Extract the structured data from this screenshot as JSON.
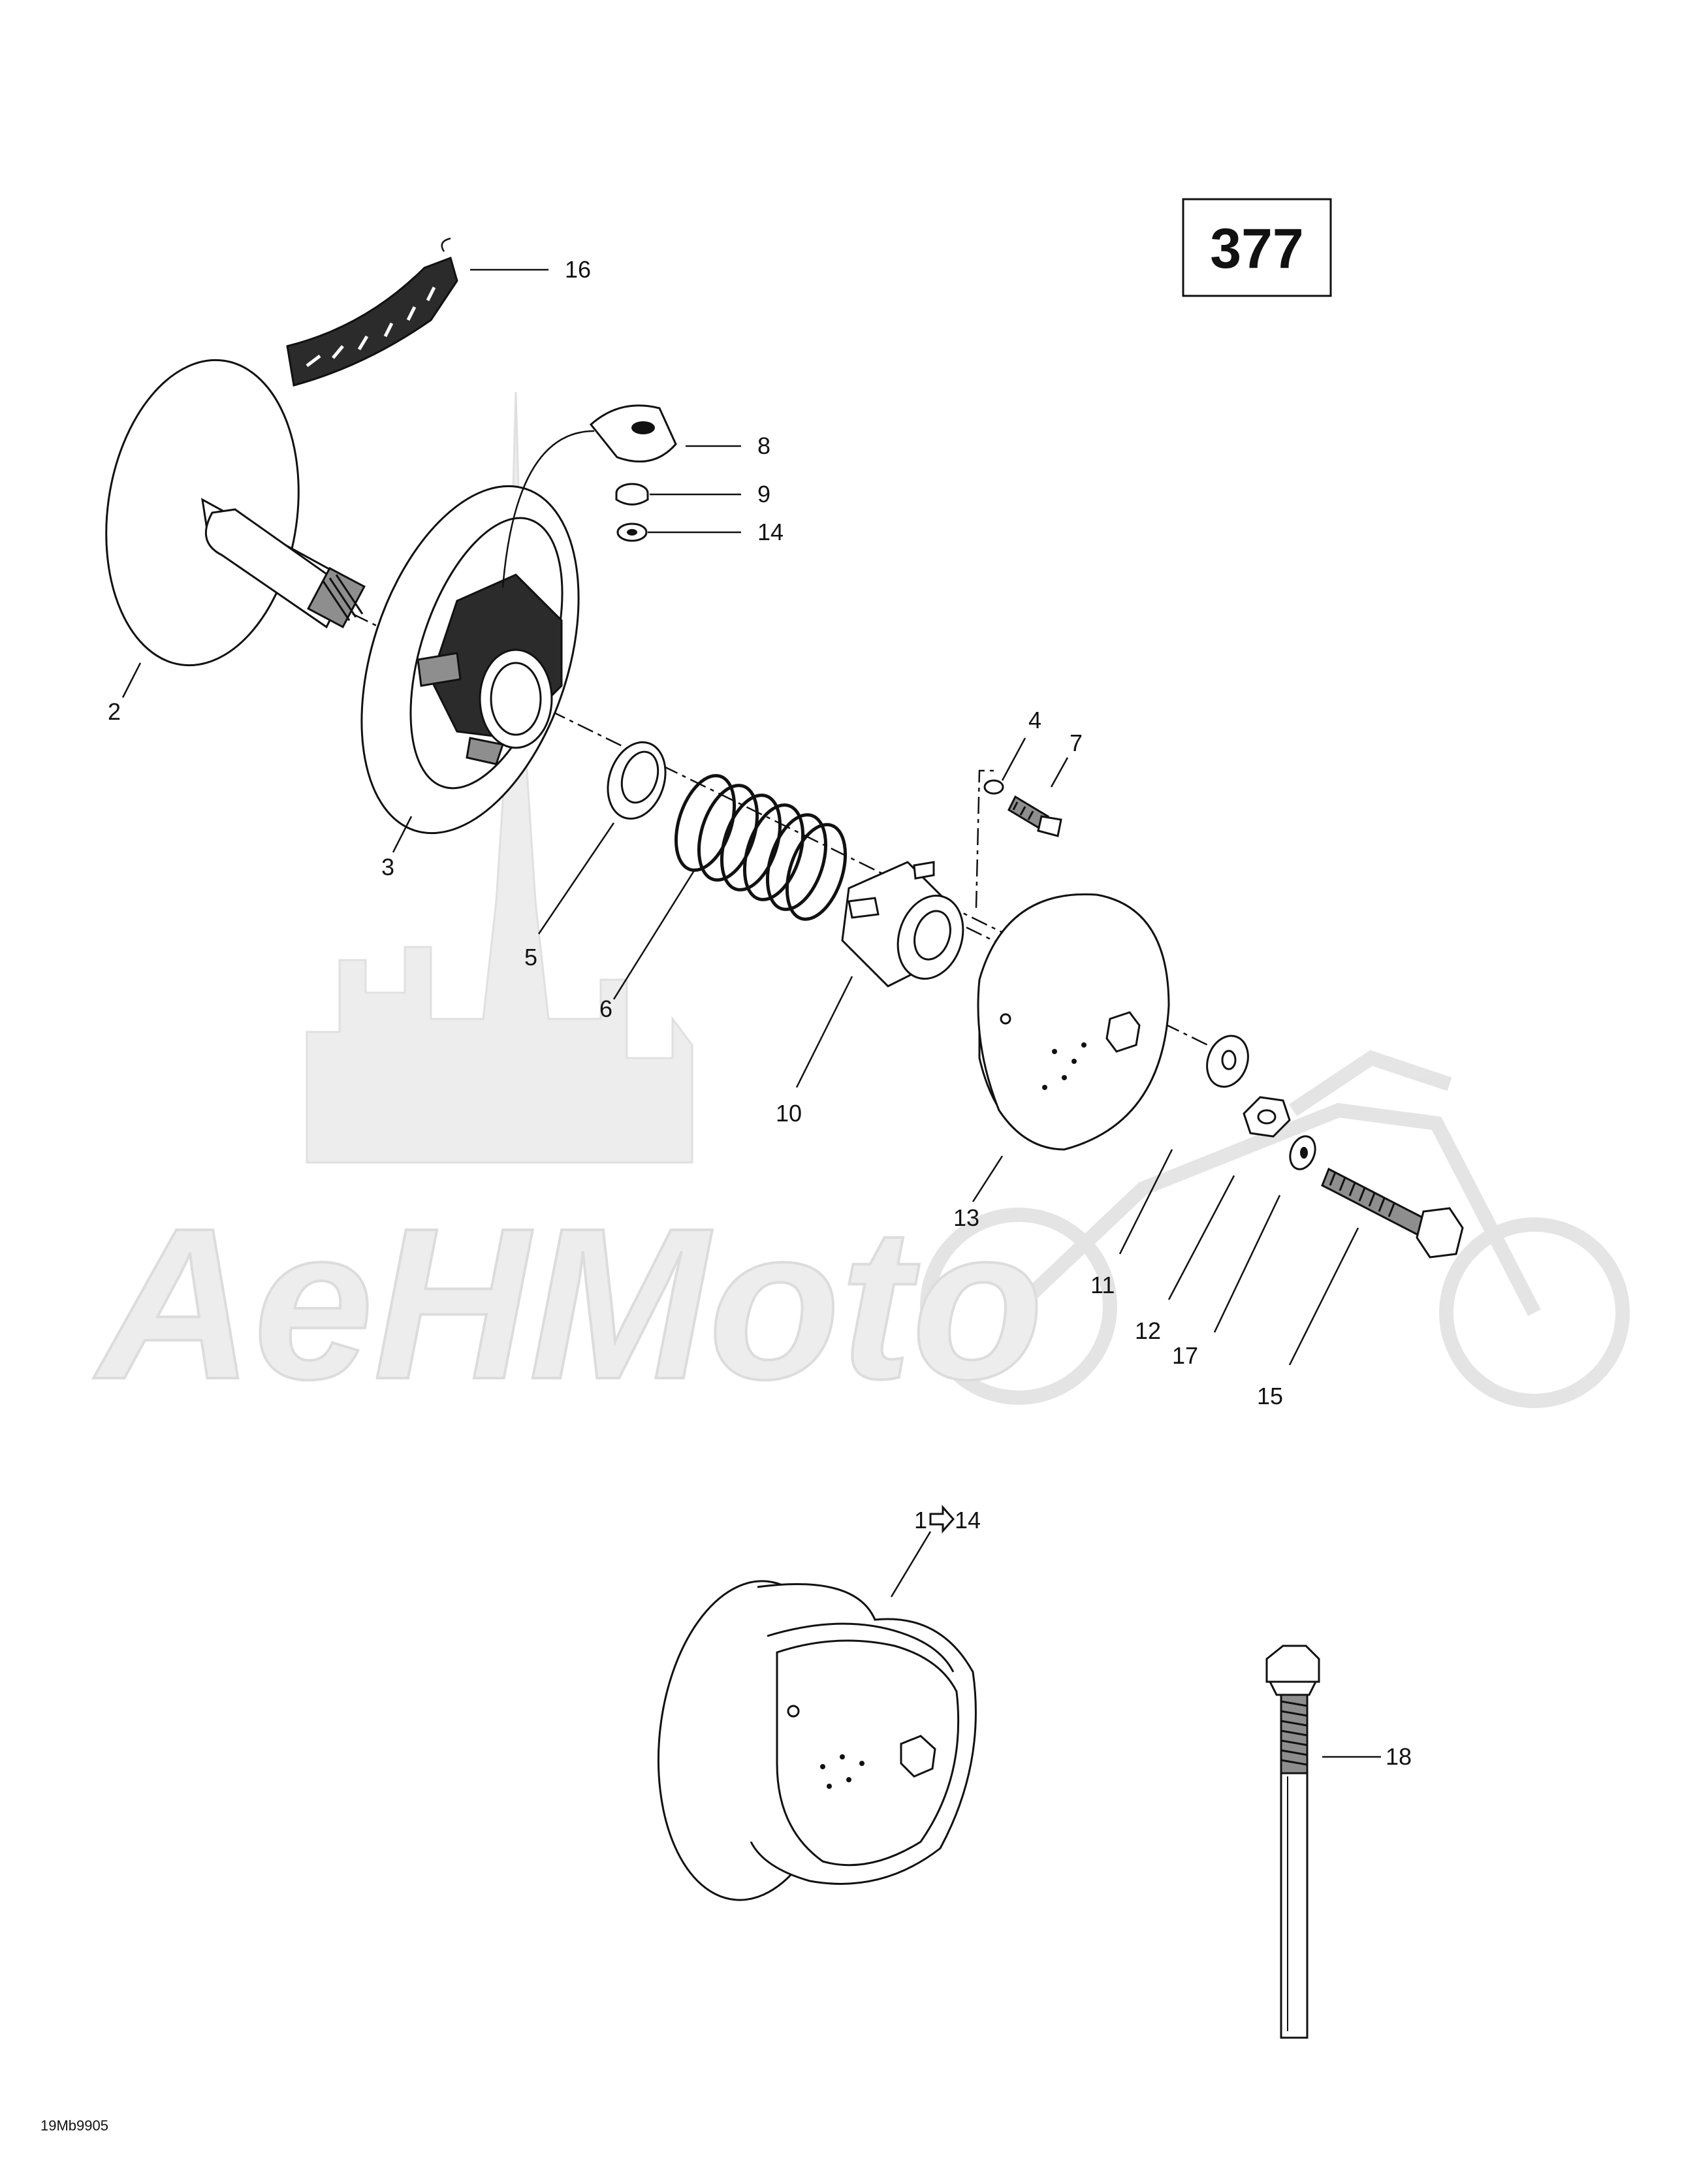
{
  "page": {
    "page_number": "377",
    "reference_code": "19Mb9905"
  },
  "watermark": {
    "text": "AeHMoto"
  },
  "callouts": {
    "c1_14": "1",
    "c1_14_b": "14",
    "c2": "2",
    "c3": "3",
    "c4": "4",
    "c5": "5",
    "c6": "6",
    "c7": "7",
    "c8": "8",
    "c9": "9",
    "c10": "10",
    "c11": "11",
    "c12": "12",
    "c13": "13",
    "c14": "14",
    "c15": "15",
    "c16": "16",
    "c17": "17",
    "c18": "18"
  },
  "colors": {
    "ink": "#111111",
    "watermark": "#ececec"
  }
}
